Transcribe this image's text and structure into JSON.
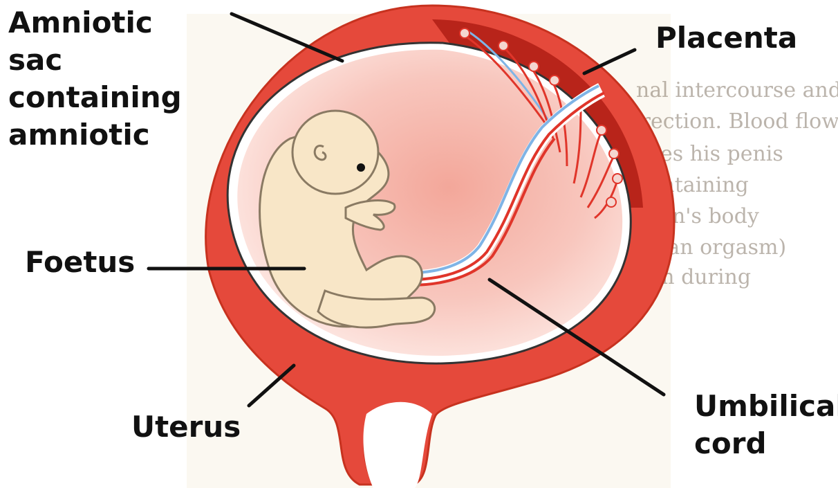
{
  "labels": {
    "amniotic_sac": [
      "Amniotic",
      "sac",
      "containing",
      "amniotic"
    ],
    "placenta": "Placenta",
    "foetus": "Foetus",
    "uterus": "Uterus",
    "umbilical_cord": [
      "Umbilical",
      "cord"
    ]
  },
  "background_text": [
    "nal intercourse and is",
    "n erection. Blood flows",
    "around the man moves his penis",
    ". After a while fluid containing",
    "his penis into the woman's body",
    "he is a great sensation (an orgasm)",
    "can also have an orgasm during"
  ],
  "colors": {
    "uterus_wall": "#e5493b",
    "uterus_outline": "#c7321f",
    "amniotic_fluid": "#f6b8ad",
    "placenta": "#b8241a",
    "foetus": "#f8e6c7",
    "foetus_outline": "#8a7a63",
    "artery": "#e0352a",
    "vein": "#7fb4e6",
    "pointer_line": "#111111"
  },
  "icons": [
    "foetus-illustration",
    "placenta-vessel-icon",
    "umbilical-cord-icon"
  ]
}
